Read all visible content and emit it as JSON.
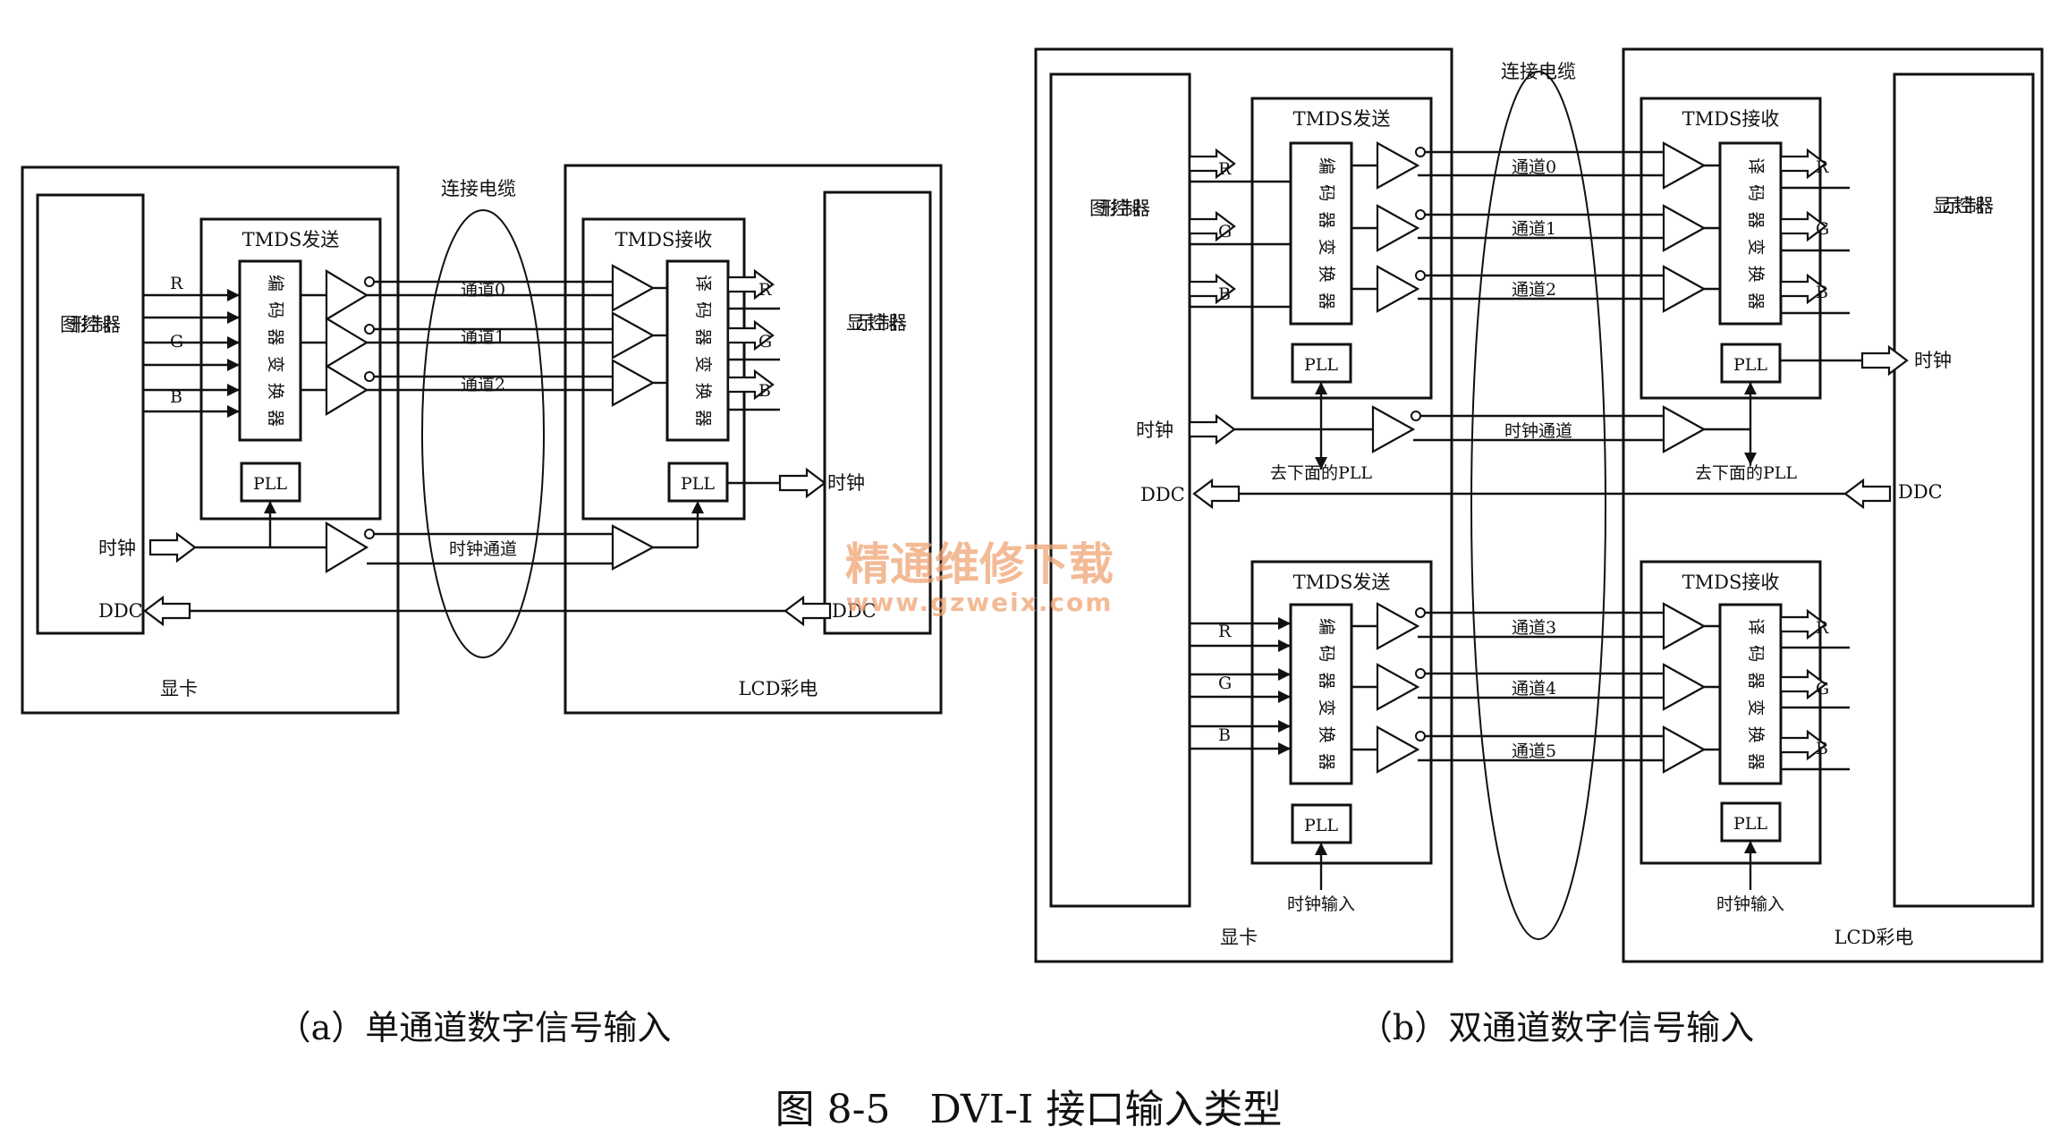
{
  "labels": {
    "cable": "连接电缆",
    "tmds_tx": "TMDS发送",
    "tmds_rx": "TMDS接收",
    "gpu": "图形控制器",
    "disp_ctrl": "显示控制器",
    "encoder": "编码器变换器",
    "decoder": "译码器变换器",
    "pll": "PLL",
    "r": "R",
    "g": "G",
    "b": "B",
    "clock": "时钟",
    "clock_channel": "时钟通道",
    "ddc": "DDC",
    "graphics_card": "显卡",
    "lcd_tv": "LCD彩电",
    "ch0": "通道0",
    "ch1": "通道1",
    "ch2": "通道2",
    "ch3": "通道3",
    "ch4": "通道4",
    "ch5": "通道5",
    "to_lower_pll": "去下面的PLL",
    "clock_input": "时钟输入"
  },
  "captions": {
    "a": "（a）单通道数字信号输入",
    "b": "（b）双通道数字信号输入",
    "figure": "图 8-5　DVI-I 接口输入类型"
  },
  "watermark": {
    "cn": "精通维修下载",
    "url": "www.gzweix.com"
  }
}
